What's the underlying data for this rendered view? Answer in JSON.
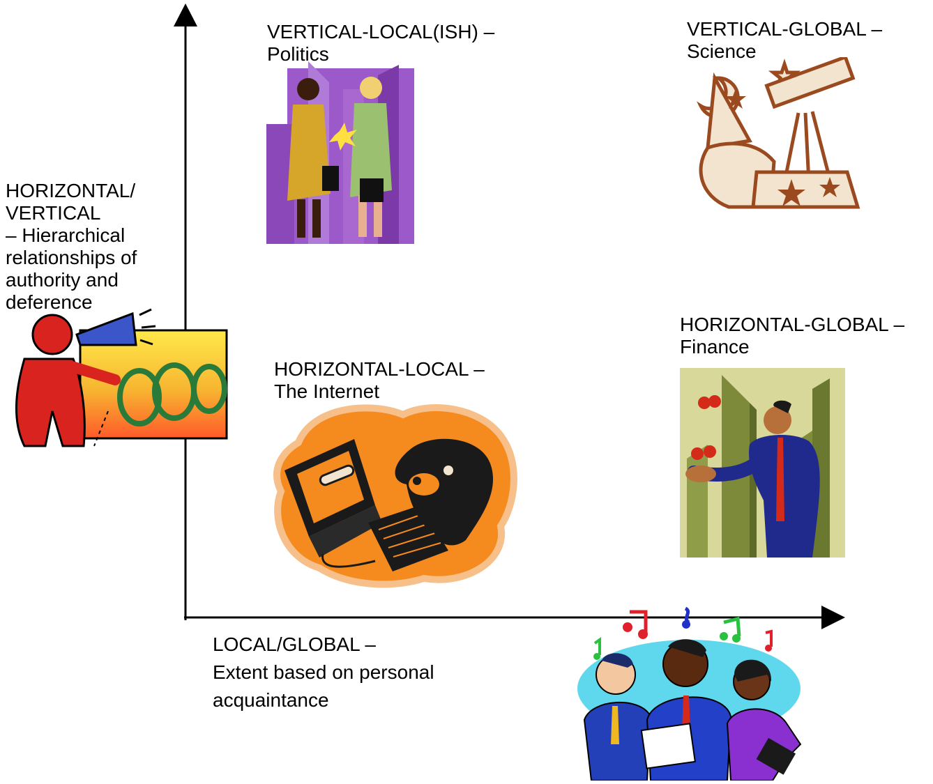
{
  "labels": {
    "vertical_local": {
      "line1": "VERTICAL-LOCAL(ISH) –",
      "line2": "Politics"
    },
    "vertical_global": {
      "line1": "VERTICAL-GLOBAL –",
      "line2": "Science"
    },
    "horizontal_local": {
      "line1": "HORIZONTAL-LOCAL –",
      "line2": "The Internet"
    },
    "horizontal_global": {
      "line1": "HORIZONTAL-GLOBAL –",
      "line2": "Finance"
    },
    "y_axis": {
      "line1": "HORIZONTAL/",
      "line2": "VERTICAL",
      "line3": "– Hierarchical",
      "line4": "relationships of",
      "line5": "authority and",
      "line6": "deference"
    },
    "x_axis": {
      "line1": "LOCAL/GLOBAL –",
      "line2": "Extent based on personal",
      "line3": "acquaintance"
    }
  },
  "colors": {
    "axis": "#000000",
    "politics_bg": "#9b59c9",
    "science_ink": "#9a4a1e",
    "internet_blob": "#f58a1f",
    "finance_bg": "#d8d89a",
    "megaphone_bg": "#f7b531",
    "singers_bg": "#5fd8ee"
  },
  "icons": {
    "politics": "handshake-clipart-icon",
    "science": "astronomer-telescope-icon",
    "internet": "computer-dog-icon",
    "finance": "juggler-businessman-icon",
    "megaphone": "megaphone-person-icon",
    "singers": "singing-people-icon"
  }
}
